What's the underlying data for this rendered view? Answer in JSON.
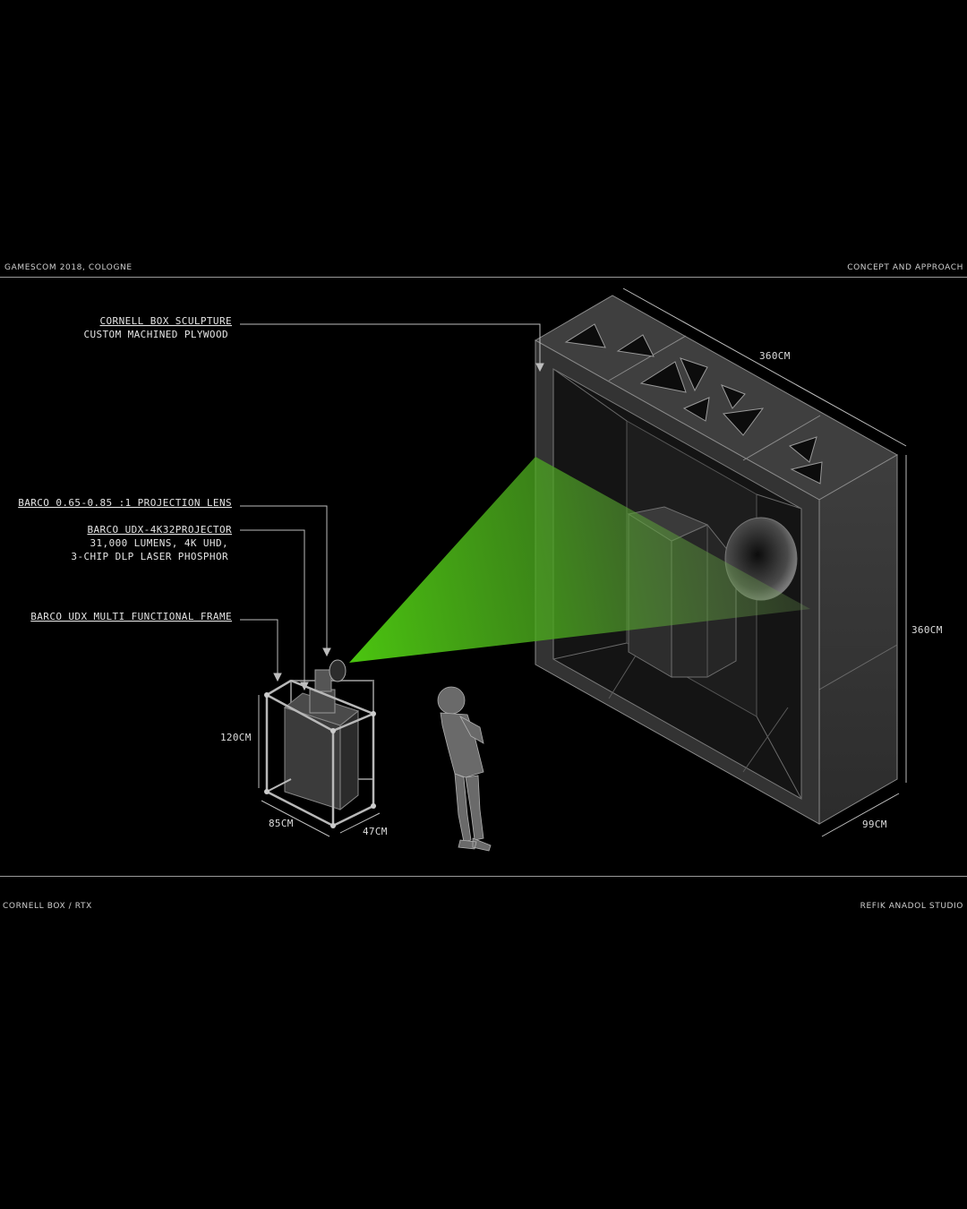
{
  "header": {
    "left": "GAMESCOM 2018, COLOGNE",
    "right": "CONCEPT AND APPROACH"
  },
  "footer": {
    "left": "CORNELL BOX / RTX",
    "right": "REFIK ANADOL STUDIO"
  },
  "callouts": {
    "sculpture": {
      "title": "CORNELL BOX SCULPTURE",
      "subtitle": "CUSTOM MACHINED PLYWOOD"
    },
    "lens": {
      "title": "BARCO 0.65-0.85 :1 PROJECTION LENS"
    },
    "projector": {
      "title": "BARCO UDX-4K32PROJECTOR",
      "line2": "31,000 LUMENS, 4K UHD,",
      "line3": "3-CHIP DLP LASER PHOSPHOR"
    },
    "frame": {
      "title": "BARCO UDX MULTI FUNCTIONAL FRAME"
    }
  },
  "dimensions": {
    "box_width": "360CM",
    "box_height": "360CM",
    "box_depth": "99CM",
    "frame_height": "120CM",
    "frame_width": "85CM",
    "frame_depth": "47CM"
  },
  "colors": {
    "background": "#000000",
    "projection_beam": "#4fb81f",
    "box_face": "#3a3a3a",
    "box_edge": "#8a8a8a",
    "text": "#e4e4e4"
  }
}
